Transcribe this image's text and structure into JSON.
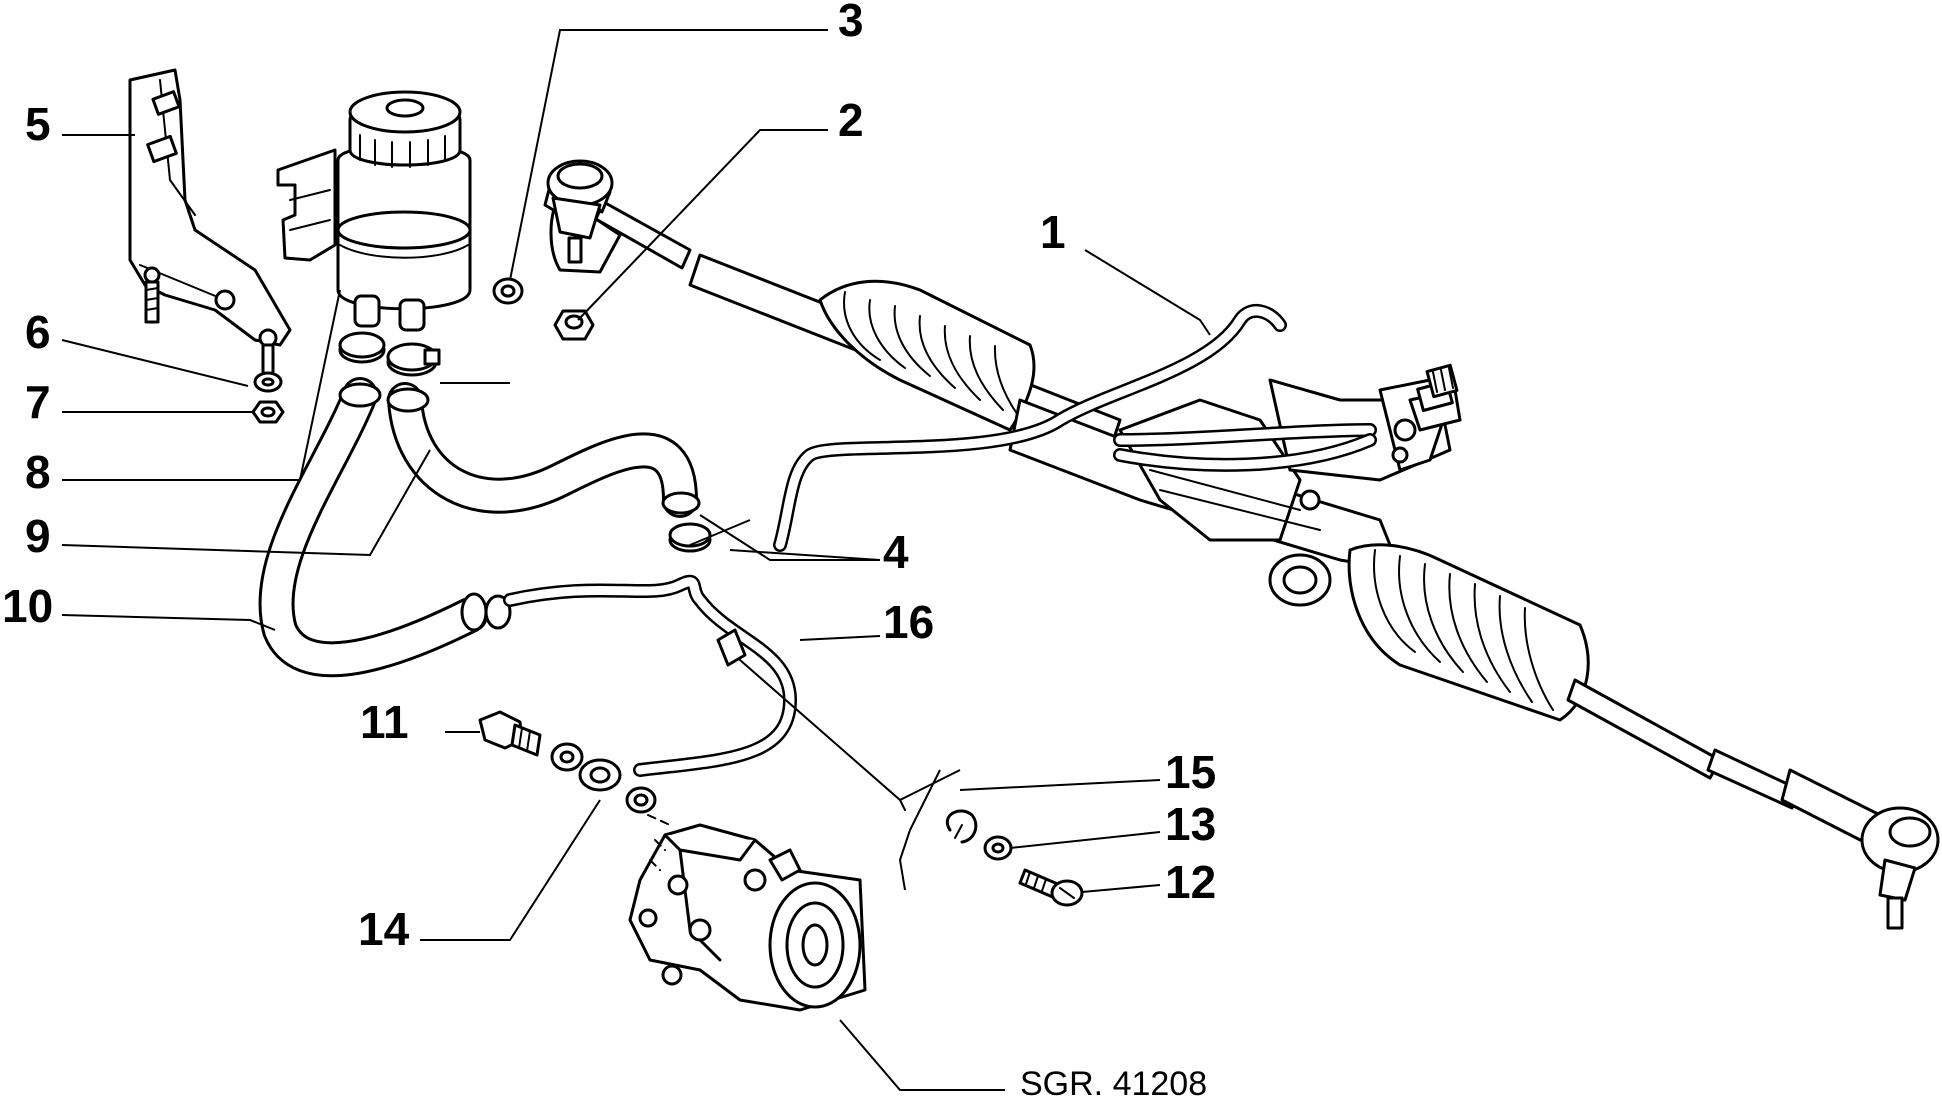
{
  "callouts": {
    "c1": "1",
    "c2": "2",
    "c3": "3",
    "c4": "4",
    "c5": "5",
    "c6": "6",
    "c7": "7",
    "c8": "8",
    "c9": "9",
    "c10": "10",
    "c11": "11",
    "c12": "12",
    "c13": "13",
    "c14": "14",
    "c15": "15",
    "c16": "16"
  },
  "reference": "SGR. 41208"
}
